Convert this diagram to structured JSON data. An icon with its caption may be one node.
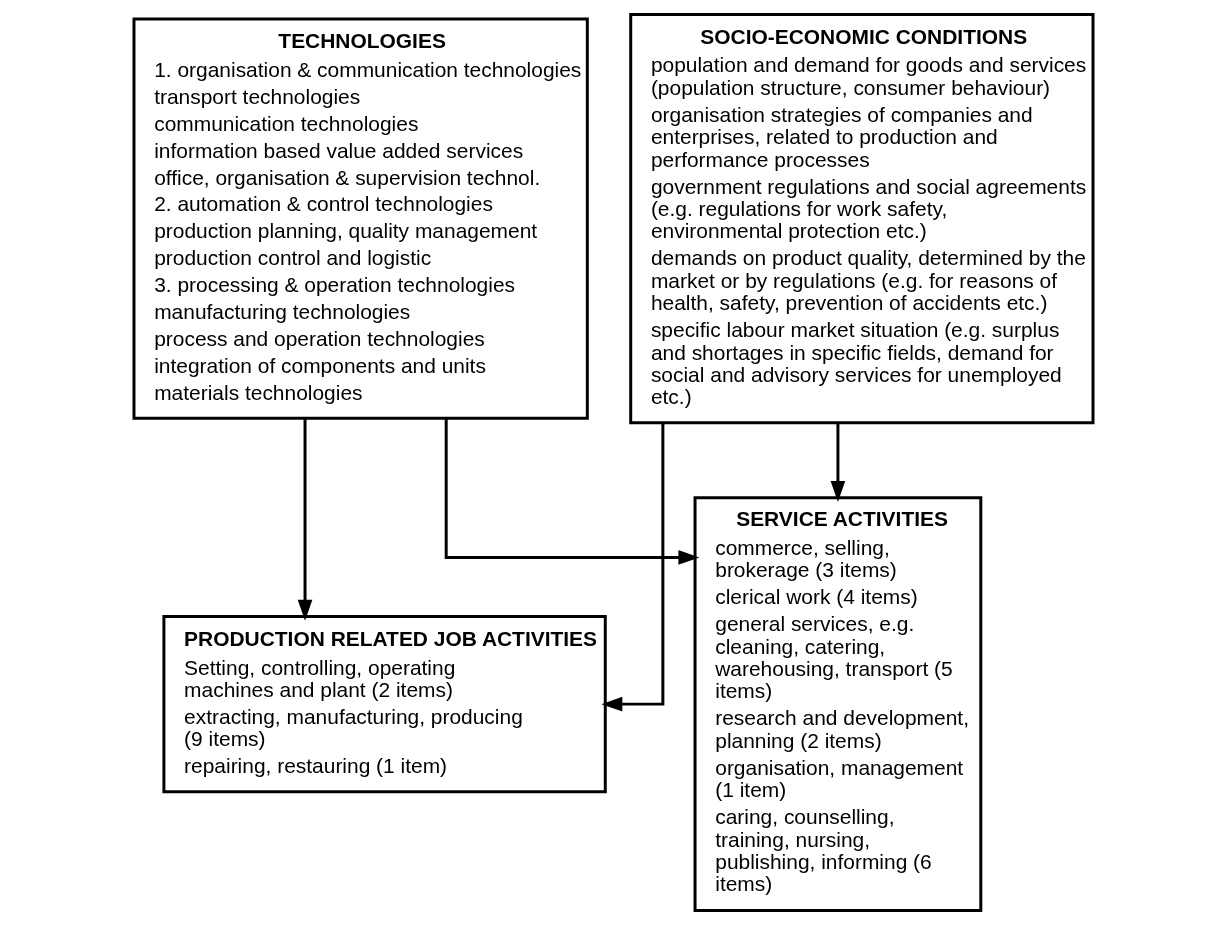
{
  "diagram": {
    "nodes": [
      {
        "text": [
          "TECHNOLOGIES",
          "1. organisation & communication technologies",
          "transport technologies",
          "communication technologies",
          "information based value added services",
          "office, organisation & supervision technol.",
          "2. automation & control technologies",
          "production planning, quality management",
          "production control and logistic",
          "3. processing & operation technologies",
          "manufacturing technologies",
          "process and operation technologies",
          "integration of components and units",
          "materials technologies"
        ]
      },
      {
        "text": [
          "SOCIO-ECONOMIC CONDITIONS",
          "population and demand for goods and services (population structure, consumer behaviour)",
          "organisation strategies of companies and enterprises, related to production and performance processes",
          "government regulations and social agreements (e.g. regulations for work safety, environmental protection etc.)",
          "demands on product quality, determined by the market or by regulations (e.g. for reasons of health, safety, prevention of accidents etc.)",
          "specific labour market situation (e.g. surplus and shortages in specific fields, demand for social and advisory services for unemployed etc.)"
        ]
      },
      {
        "text": [
          "PRODUCTION RELATED JOB ACTIVITIES",
          "Setting, controlling, operating machines and plant (2 items)",
          "extracting, manufacturing, producing (9 items)",
          "repairing, restauring (1 item)"
        ]
      },
      {
        "text": [
          "SERVICE ACTIVITIES",
          "commerce, selling, brokerage (3 items)",
          "clerical work (4 items)",
          "general services, e.g. cleaning, catering, warehousing, transport (5 items)",
          "research and development, planning (2 items)",
          "organisation, management (1 item)",
          "caring, counselling, training, nursing, publishing, informing (6 items)"
        ]
      }
    ],
    "edges": [
      {
        "from": 0,
        "to": 2,
        "arrow": "to"
      },
      {
        "from": 0,
        "to": 3,
        "arrow": "to"
      },
      {
        "from": 1,
        "to": 2,
        "arrow": "to"
      },
      {
        "from": 1,
        "to": 3,
        "arrow": "to"
      }
    ]
  }
}
